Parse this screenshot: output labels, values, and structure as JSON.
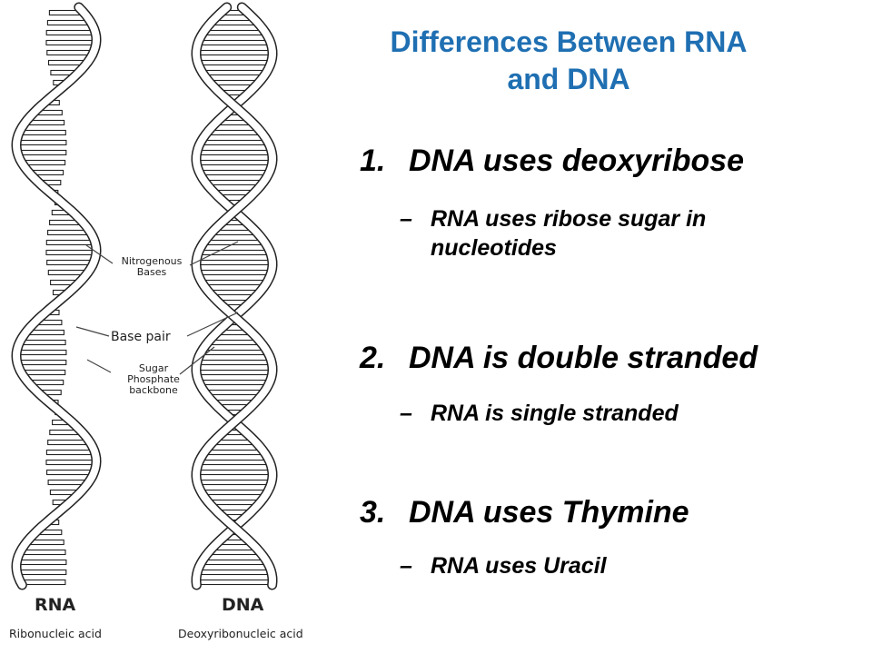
{
  "slide": {
    "title_line1": "Differences Between RNA",
    "title_line2": "and DNA",
    "points": [
      {
        "number": "1.",
        "text": "DNA uses deoxyribose",
        "sub_dash": "–",
        "sub": "RNA uses ribose sugar in nucleotides"
      },
      {
        "number": "2.",
        "text": "DNA is double stranded",
        "sub_dash": "–",
        "sub": "RNA is single stranded"
      },
      {
        "number": "3.",
        "text": "DNA uses Thymine",
        "sub_dash": "–",
        "sub": "RNA uses Uracil"
      }
    ]
  },
  "diagram": {
    "rna_label": "RNA",
    "rna_name": "Ribonucleic acid",
    "dna_label": "DNA",
    "dna_name": "Deoxyribonucleic acid",
    "callout_bases_1": "Nitrogenous",
    "callout_bases_2": "Bases",
    "callout_basepair": "Base pair",
    "callout_sugar_1": "Sugar",
    "callout_sugar_2": "Phosphate",
    "callout_sugar_3": "backbone"
  }
}
